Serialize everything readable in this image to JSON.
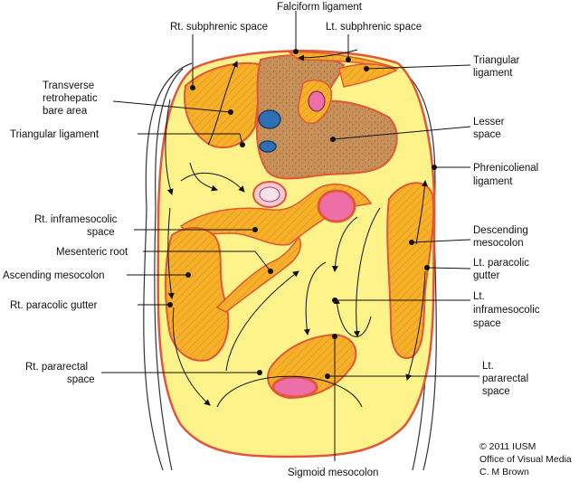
{
  "labels": {
    "falciform_ligament": "Falciform ligament",
    "rt_subphrenic_space": "Rt. subphrenic space",
    "lt_subphrenic_space": "Lt. subphrenic space",
    "triangular_ligament_right_line1": "Triangular",
    "triangular_ligament_right_line2": "ligament",
    "transverse_bare_area_line1": "Transverse",
    "transverse_bare_area_line2": "retrohepatic",
    "transverse_bare_area_line3": "bare area",
    "triangular_ligament_left": "Triangular ligament",
    "lesser_space_line1": "Lesser",
    "lesser_space_line2": "space",
    "phrenicolienal_line1": "Phrenicolienal",
    "phrenicolienal_line2": "ligament",
    "rt_inframesocolic_line1": "Rt. inframesocolic",
    "rt_inframesocolic_line2": "space",
    "mesenteric_root": "Mesenteric root",
    "ascending_mesocolon": "Ascending mesocolon",
    "descending_mesocolon_line1": "Descending",
    "descending_mesocolon_line2": "mesocolon",
    "lt_paracolic_line1": "Lt. paracolic",
    "lt_paracolic_line2": "gutter",
    "rt_paracolic_gutter": "Rt. paracolic gutter",
    "lt_inframesocolic_line1": "Lt.",
    "lt_inframesocolic_line2": "inframesocolic",
    "lt_inframesocolic_line3": "space",
    "rt_pararectal_line1": "Rt. pararectal",
    "rt_pararectal_line2": "space",
    "lt_pararectal_line1": "Lt.",
    "lt_pararectal_line2": "pararectal",
    "lt_pararectal_line3": "space",
    "sigmoid_mesocolon": "Sigmoid mesocolon"
  },
  "credit": {
    "line1": "© 2011 IUSM",
    "line2": "Office of Visual Media",
    "line3": "C. M Brown"
  },
  "colors": {
    "peritoneal_cavity": "#fdf38a",
    "mesocolon_orange": "#f6b02a",
    "bare_area_brown": "#c8915a",
    "membrane_red": "#e2563a",
    "vessel_blue": "#2f6fb4",
    "organ_pink": "#ee6fa8"
  }
}
